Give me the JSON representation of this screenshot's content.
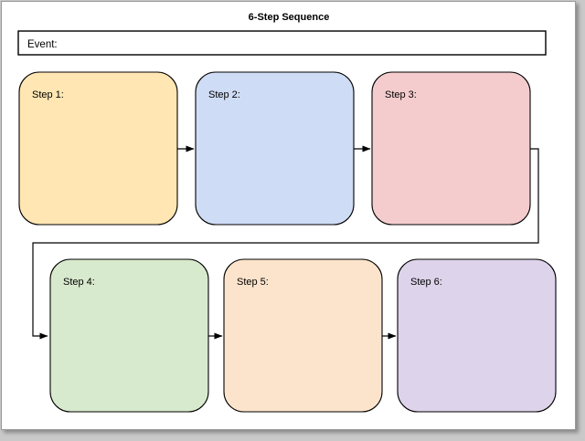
{
  "diagram": {
    "title": "6-Step Sequence",
    "type": "flowchart-sequence",
    "page_background": "#ffffff",
    "canvas_background": "#c9c9c9",
    "border_color": "#9a9a9a"
  },
  "event_field": {
    "label": "Event:",
    "value": "",
    "fill": "#ffffff",
    "stroke": "#000000"
  },
  "steps": [
    {
      "id": "step-1",
      "label": "Step 1:",
      "value": "",
      "fill": "#ffe6b3",
      "stroke": "#000000",
      "row": 1,
      "column": 1
    },
    {
      "id": "step-2",
      "label": "Step 2:",
      "value": "",
      "fill": "#cfdcf5",
      "stroke": "#000000",
      "row": 1,
      "column": 2
    },
    {
      "id": "step-3",
      "label": "Step 3:",
      "value": "",
      "fill": "#f4ccce",
      "stroke": "#000000",
      "row": 1,
      "column": 3
    },
    {
      "id": "step-4",
      "label": "Step 4:",
      "value": "",
      "fill": "#d8eacd",
      "stroke": "#000000",
      "row": 2,
      "column": 1
    },
    {
      "id": "step-5",
      "label": "Step 5:",
      "value": "",
      "fill": "#fce4cc",
      "stroke": "#000000",
      "row": 2,
      "column": 2
    },
    {
      "id": "step-6",
      "label": "Step 6:",
      "value": "",
      "fill": "#ddd3ea",
      "stroke": "#000000",
      "row": 2,
      "column": 3
    }
  ],
  "connectors": [
    {
      "id": "arrow-1-2",
      "from": "step-1",
      "to": "step-2",
      "style": "straight-arrow"
    },
    {
      "id": "arrow-2-3",
      "from": "step-2",
      "to": "step-3",
      "style": "straight-arrow"
    },
    {
      "id": "arrow-3-4",
      "from": "step-3",
      "to": "step-4",
      "style": "wrap-around-arrow"
    },
    {
      "id": "arrow-4-5",
      "from": "step-4",
      "to": "step-5",
      "style": "straight-arrow"
    },
    {
      "id": "arrow-5-6",
      "from": "step-5",
      "to": "step-6",
      "style": "straight-arrow"
    }
  ]
}
